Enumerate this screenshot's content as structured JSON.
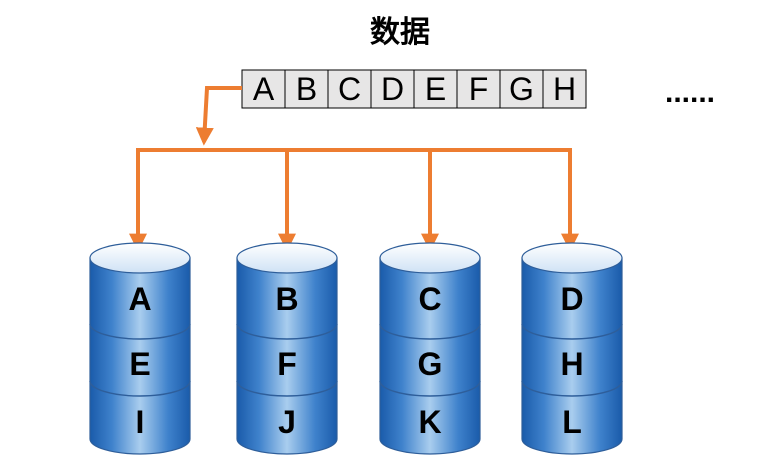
{
  "title": "数据",
  "data_cells": [
    "A",
    "B",
    "C",
    "D",
    "E",
    "F",
    "G",
    "H"
  ],
  "ellipsis": "......",
  "disks": [
    {
      "blocks": [
        "A",
        "E",
        "I"
      ]
    },
    {
      "blocks": [
        "B",
        "F",
        "J"
      ]
    },
    {
      "blocks": [
        "C",
        "G",
        "K"
      ]
    },
    {
      "blocks": [
        "D",
        "H",
        "L"
      ]
    }
  ],
  "colors": {
    "arrow": "#ED7D31",
    "disk_dark": "#1F5FAF",
    "disk_light": "#9DC3E6",
    "disk_top": "#DDEBF7",
    "cell_fill": "#E7E6E6",
    "text": "#000000"
  }
}
